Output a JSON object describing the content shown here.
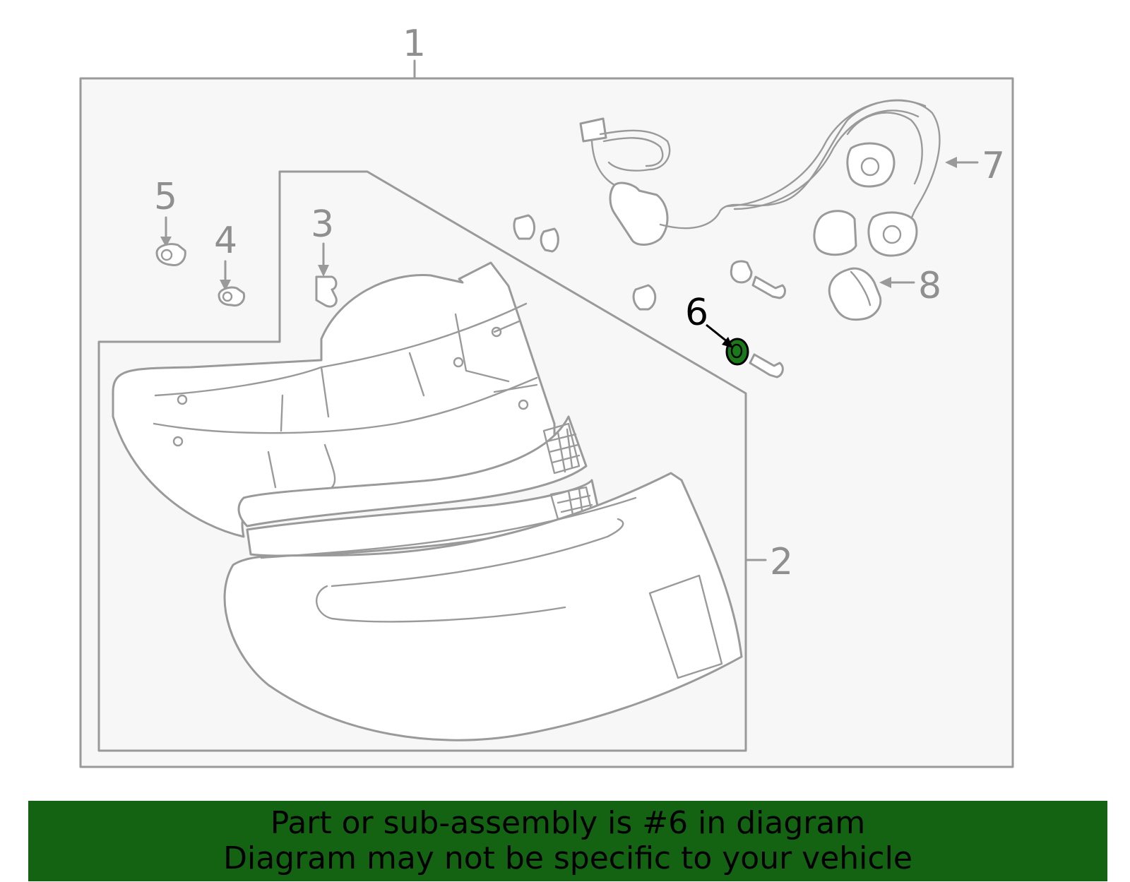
{
  "callouts": [
    {
      "id": "1",
      "text": "1"
    },
    {
      "id": "2",
      "text": "2"
    },
    {
      "id": "3",
      "text": "3"
    },
    {
      "id": "4",
      "text": "4"
    },
    {
      "id": "5",
      "text": "5"
    },
    {
      "id": "6",
      "text": "6"
    },
    {
      "id": "7",
      "text": "7"
    },
    {
      "id": "8",
      "text": "8"
    }
  ],
  "highlight": {
    "part": "6",
    "color": "#1a7a1a"
  },
  "banner": {
    "line1": "Part or sub-assembly is #6 in diagram",
    "line2": "Diagram may not be specific to your vehicle",
    "background": "#136313"
  },
  "colors": {
    "outline": "#9a9a9a",
    "panel": "#f7f7f7"
  }
}
